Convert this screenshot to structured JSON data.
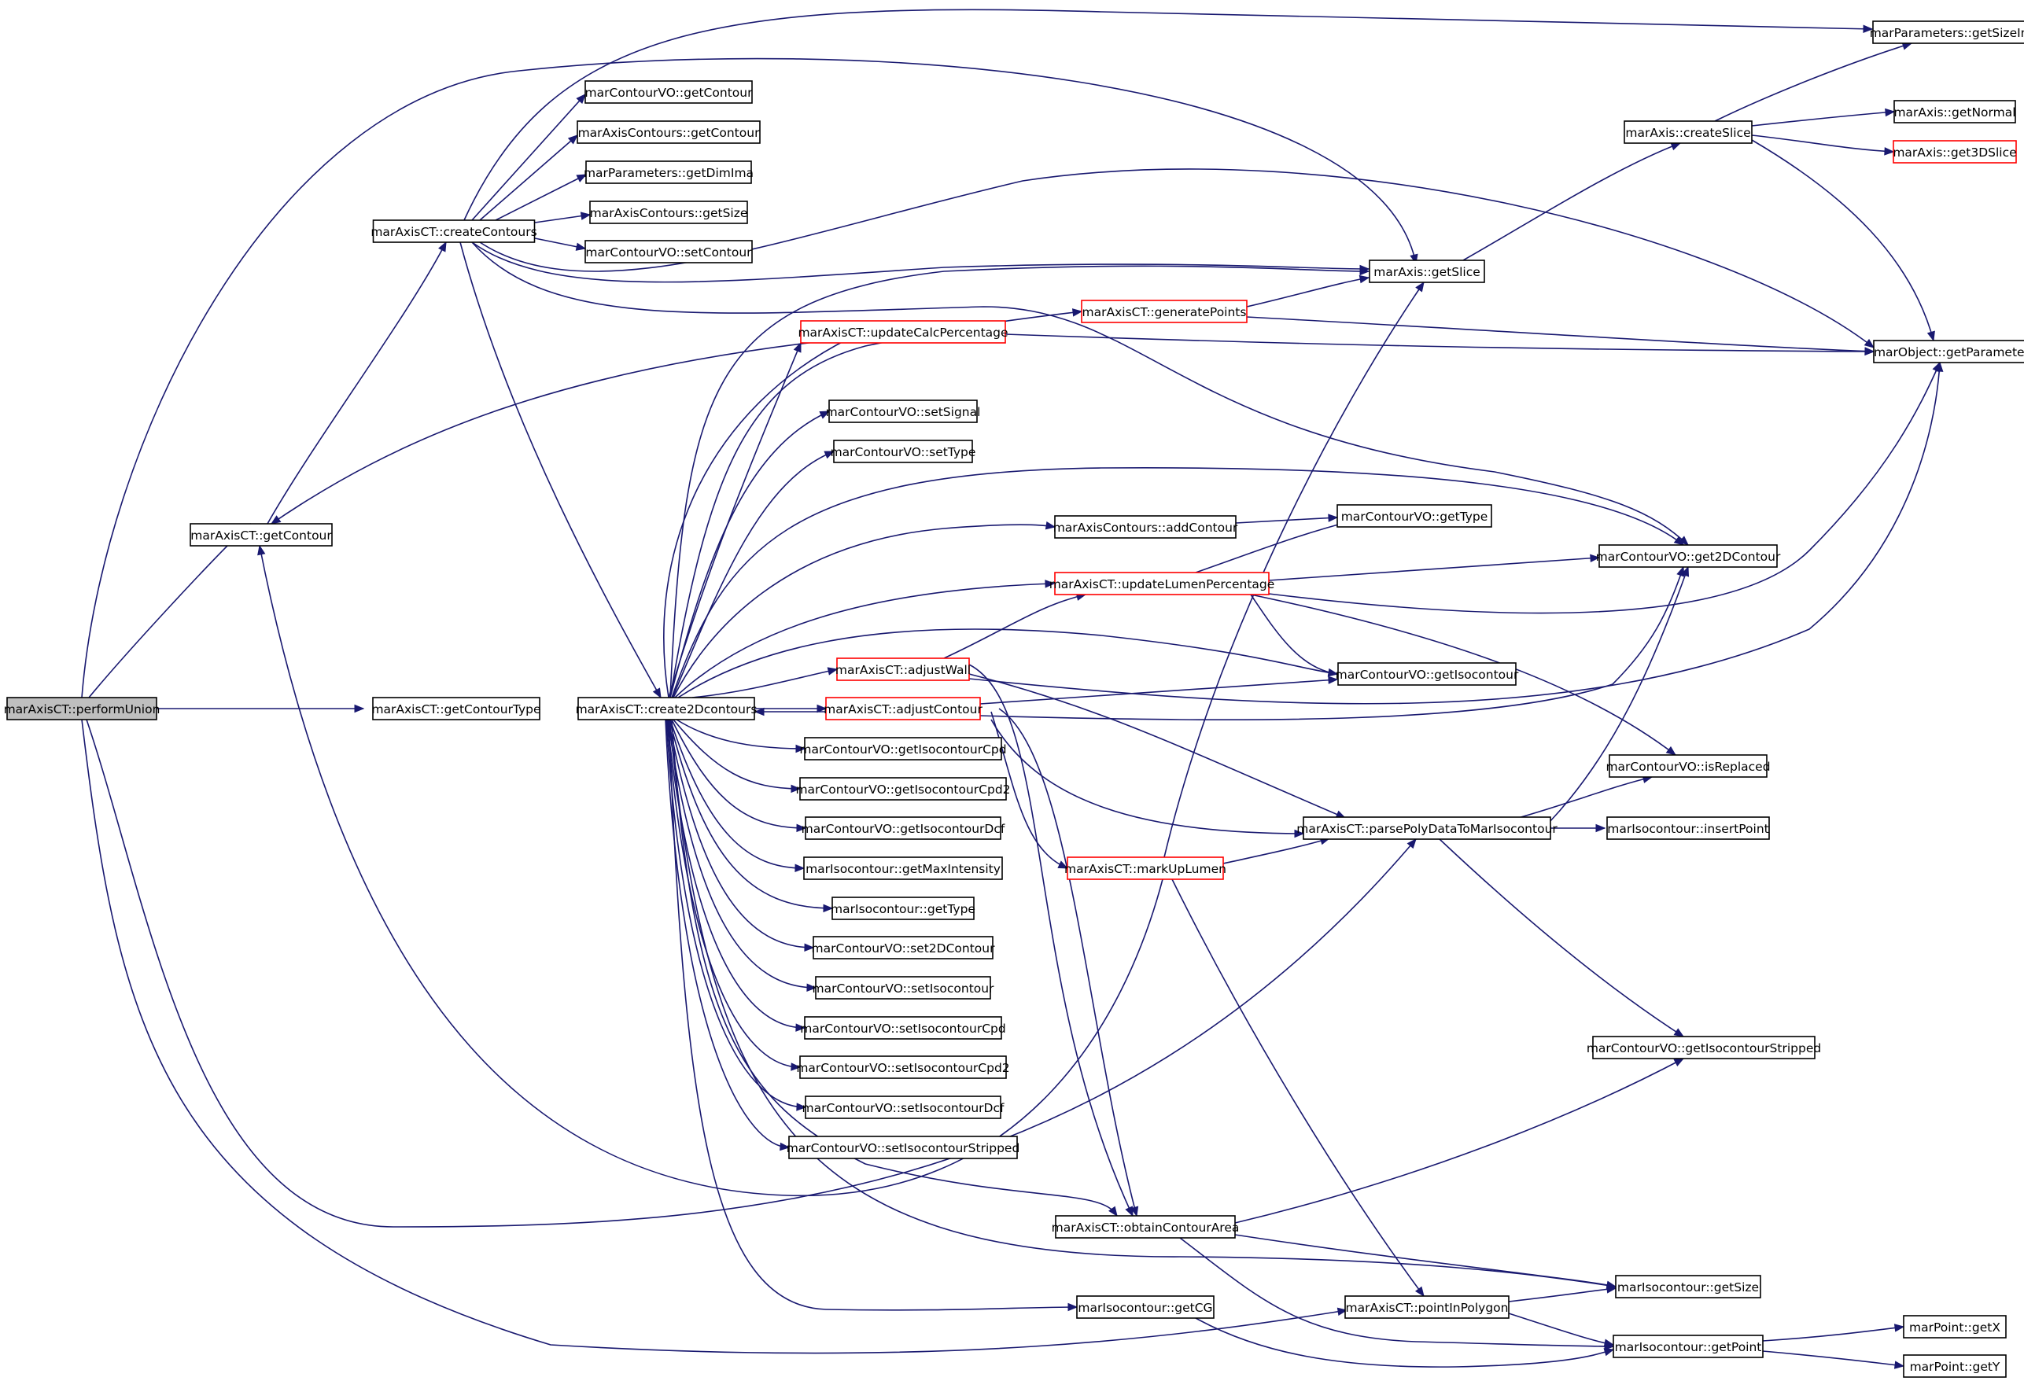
{
  "colors": {
    "edge": "#191970",
    "node_border": "#000000",
    "incomplete_border": "#ff0000",
    "root_fill": "#bfbfbf",
    "background": "#ffffff"
  },
  "nodes": {
    "performUnion": "marAxisCT::performUnion",
    "getContour": "marAxisCT::getContour",
    "createContours": "marAxisCT::createContours",
    "getContourType": "marAxisCT::getContourType",
    "create2Dcontours": "marAxisCT::create2Dcontours",
    "vo_getContour": "marContourVO::getContour",
    "ac_getContour": "marAxisContours::getContour",
    "getDimIma": "marParameters::getDimIma",
    "ac_getSize": "marAxisContours::getSize",
    "vo_setContour": "marContourVO::setContour",
    "updateCalcPercentage": "marAxisCT::updateCalcPercentage",
    "setSignal": "marContourVO::setSignal",
    "vo_setType": "marContourVO::setType",
    "adjustWall": "marAxisCT::adjustWall",
    "adjustContour": "marAxisCT::adjustContour",
    "getIsocontourCpd": "marContourVO::getIsocontourCpd",
    "getIsocontourCpd2": "marContourVO::getIsocontourCpd2",
    "getIsocontourDcf": "marContourVO::getIsocontourDcf",
    "getMaxIntensity": "marIsocontour::getMaxIntensity",
    "iso_getType": "marIsocontour::getType",
    "set2DContour": "marContourVO::set2DContour",
    "setIsocontour": "marContourVO::setIsocontour",
    "setIsocontourCpd": "marContourVO::setIsocontourCpd",
    "setIsocontourCpd2": "marContourVO::setIsocontourCpd2",
    "setIsocontourDcf": "marContourVO::setIsocontourDcf",
    "setIsocontourStripped": "marContourVO::setIsocontourStripped",
    "generatePoints": "marAxisCT::generatePoints",
    "addContour": "marAxisContours::addContour",
    "updateLumenPercentage": "marAxisCT::updateLumenPercentage",
    "markUpLumen": "marAxisCT::markUpLumen",
    "obtainContourArea": "marAxisCT::obtainContourArea",
    "iso_getCG": "marIsocontour::getCG",
    "getSlice": "marAxis::getSlice",
    "vo_getType": "marContourVO::getType",
    "vo_getIsocontour": "marContourVO::getIsocontour",
    "parsePoly": "marAxisCT::parsePolyDataToMarIsocontour",
    "pointInPolygon": "marAxisCT::pointInPolygon",
    "createSlice": "marAxis::createSlice",
    "get2DContour": "marContourVO::get2DContour",
    "isReplaced": "marContourVO::isReplaced",
    "insertPoint": "marIsocontour::insertPoint",
    "getIsocontourStripped": "marContourVO::getIsocontourStripped",
    "iso_getSize": "marIsocontour::getSize",
    "iso_getPoint": "marIsocontour::getPoint",
    "getSizeIma": "marParameters::getSizeIma",
    "getNormal": "marAxis::getNormal",
    "get3DSlice": "marAxis::get3DSlice",
    "getParameters": "marObject::getParameters",
    "getX": "marPoint::getX",
    "getY": "marPoint::getY"
  }
}
